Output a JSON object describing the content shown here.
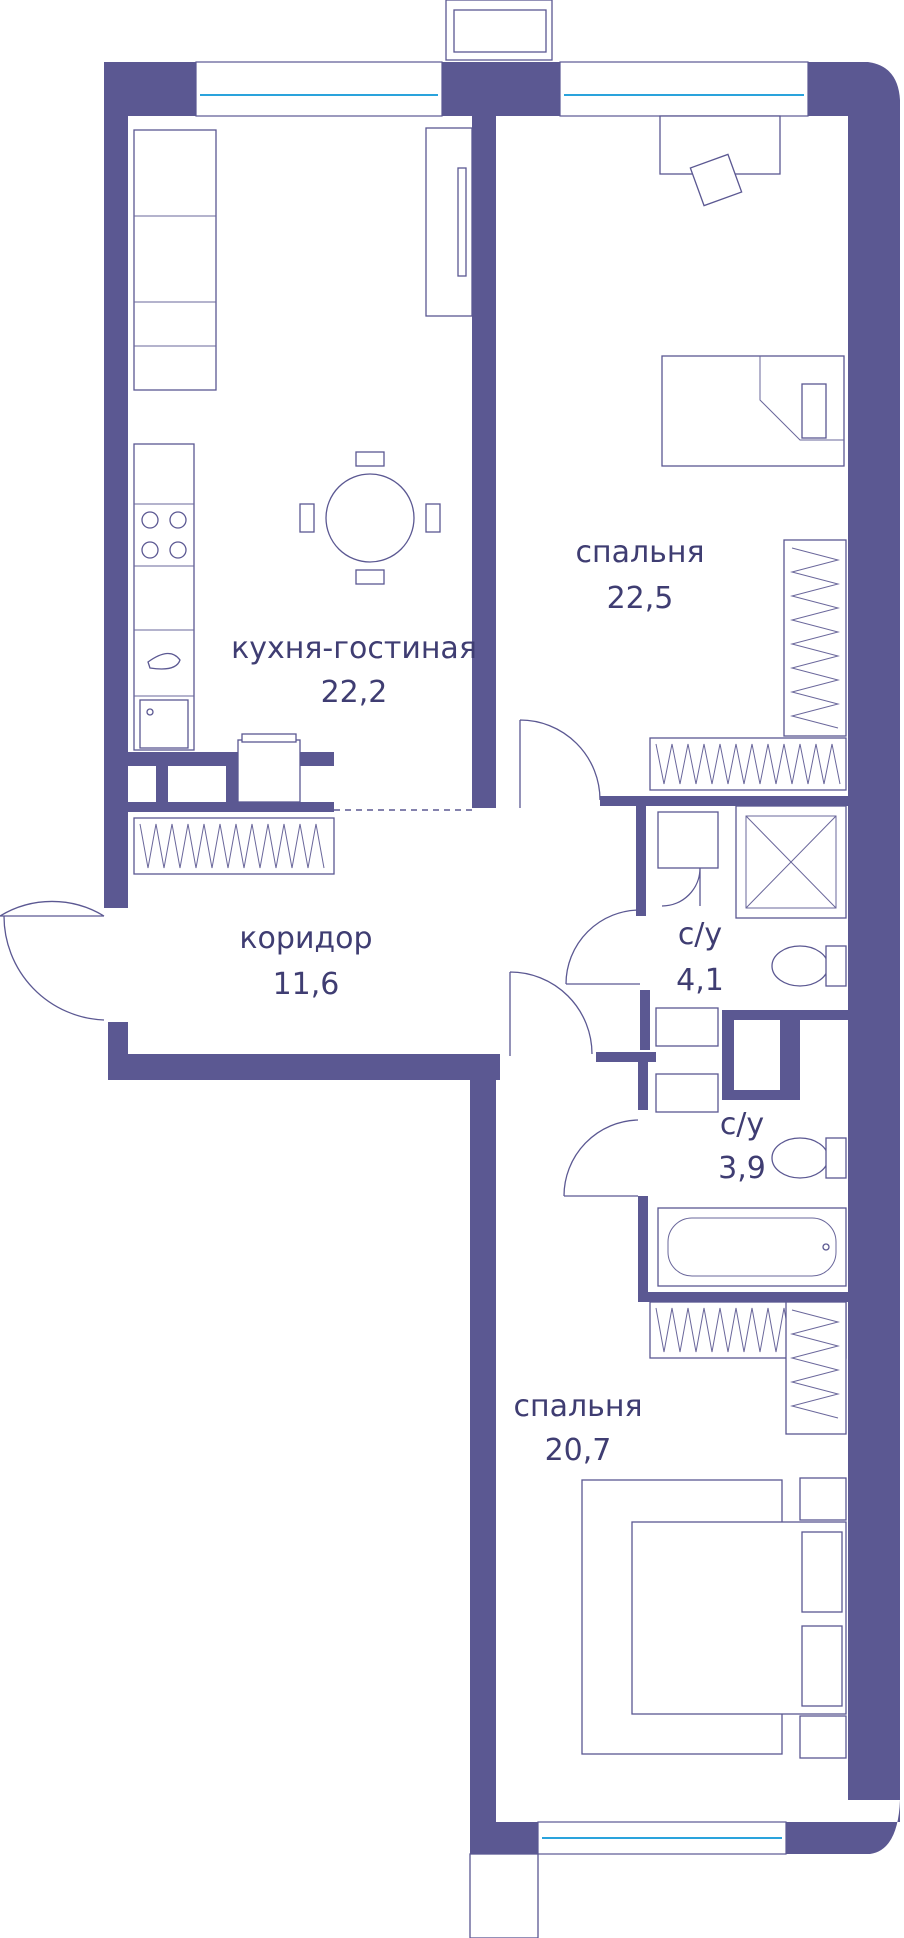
{
  "rooms": [
    {
      "id": "kitchen-living",
      "name": "кухня-гостиная",
      "area": "22,2"
    },
    {
      "id": "bedroom-top",
      "name": "спальня",
      "area": "22,5"
    },
    {
      "id": "corridor",
      "name": "коридор",
      "area": "11,6"
    },
    {
      "id": "bathroom-1",
      "name": "с/у",
      "area": "4,1"
    },
    {
      "id": "bathroom-2",
      "name": "с/у",
      "area": "3,9"
    },
    {
      "id": "bedroom-bottom",
      "name": "спальня",
      "area": "20,7"
    }
  ],
  "colors": {
    "wall": "#5b5892",
    "label": "#3f3d72",
    "window_glass": "#2aa3dc",
    "background": "#ffffff"
  }
}
